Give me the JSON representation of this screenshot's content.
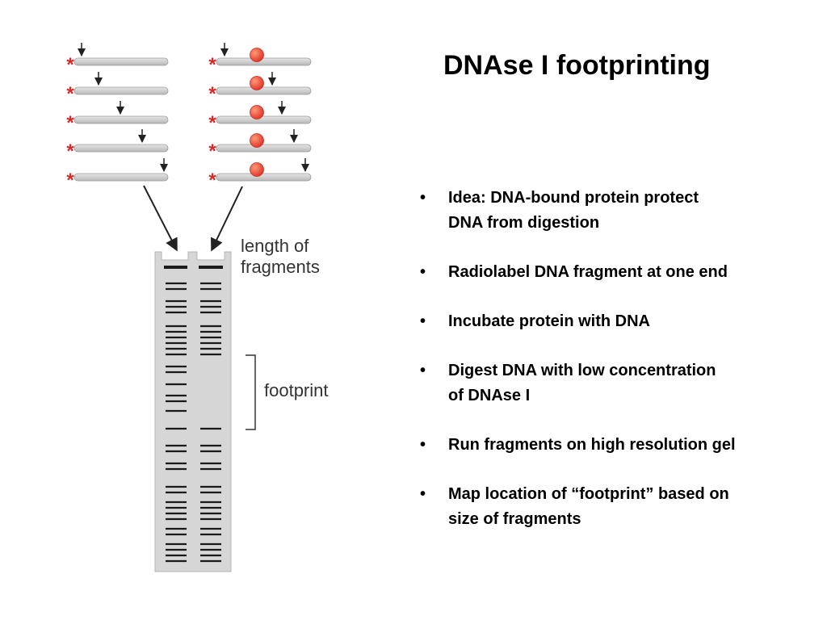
{
  "title": "DNAse I footprinting",
  "diagram": {
    "labels": {
      "length": "length of\nfragments",
      "footprint": "footprint"
    },
    "marker": "*"
  },
  "bullets": [
    "Idea: DNA-bound protein protect\nDNA from digestion",
    "Radiolabel DNA fragment at one end",
    "Incubate protein with DNA",
    "Digest DNA with low concentration\nof DNAse I",
    "Run fragments on high resolution gel",
    "Map location of “footprint” based on\nsize of fragments"
  ],
  "colors": {
    "marker": "#d62a2a",
    "protein": "#e8443a",
    "strand": "#c8c8c8",
    "gel": "#d6d6d6"
  }
}
